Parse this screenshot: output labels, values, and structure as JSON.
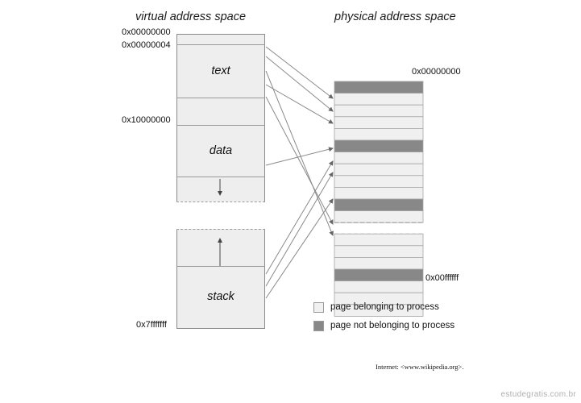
{
  "titles": {
    "virtual": "virtual address space",
    "physical": "physical address space"
  },
  "virtual_addresses": {
    "start": "0x00000000",
    "second": "0x00000004",
    "data_start": "0x10000000",
    "end": "0x7fffffff"
  },
  "physical_addresses": {
    "start": "0x00000000",
    "end": "0x00ffffff"
  },
  "segments": {
    "text": "text",
    "data": "data",
    "stack": "stack"
  },
  "legend": {
    "belonging": "page belonging to process",
    "not_belonging": "page not belonging to process",
    "belonging_color": "#f0f0f0",
    "not_belonging_color": "#888888"
  },
  "colors": {
    "segment_fill": "#eeeeee",
    "page_fill": "#f0f0f0",
    "foreign_page_fill": "#888888",
    "line": "#9a9a9a"
  },
  "physical_pages": [
    "foreign",
    "own",
    "own",
    "own",
    "own",
    "foreign",
    "own",
    "own",
    "own",
    "own",
    "foreign",
    "own",
    "gap",
    "own",
    "own",
    "own",
    "foreign",
    "own",
    "own",
    "own"
  ],
  "credit": "Internet: <www.wikipedia.org>.",
  "watermark": "estudegratis.com.br"
}
